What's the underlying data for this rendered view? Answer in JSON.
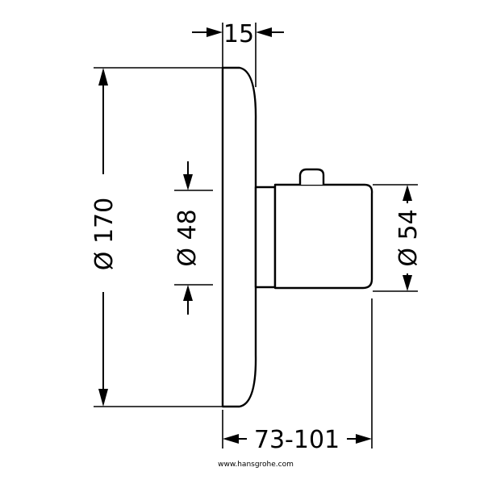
{
  "drawing": {
    "dimensions": {
      "depth_top": "15",
      "overall_diameter": "Ø 170",
      "inner_diameter": "Ø 48",
      "handle_diameter": "Ø 54",
      "projection": "73-101"
    },
    "footer_url": "www.hansgrohe.com"
  }
}
